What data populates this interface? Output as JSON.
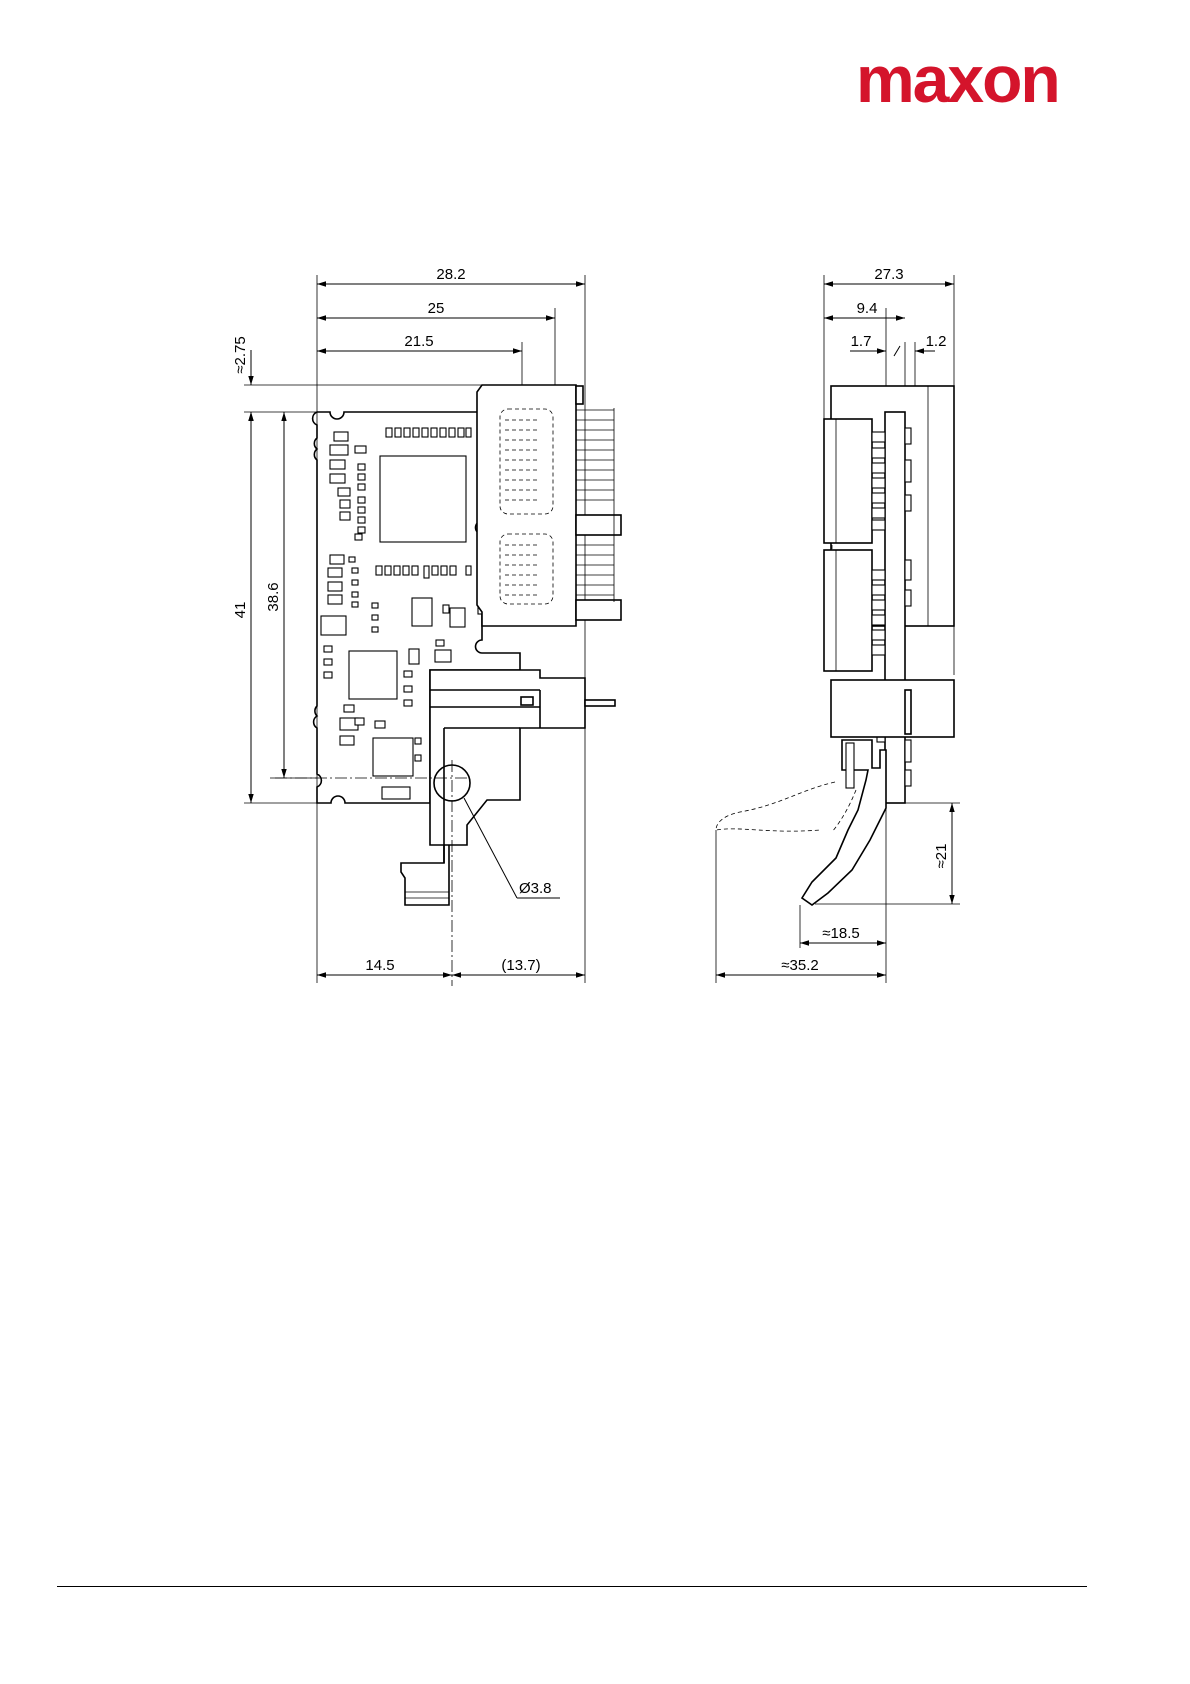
{
  "brand": {
    "logo_text": "maxon",
    "color": "#d4142b"
  },
  "front_view": {
    "dimensions": {
      "overall_width": "28.2",
      "board_width": "25",
      "connector_offset": "21.5",
      "top_offset": "≈2.75",
      "overall_height": "41",
      "board_height": "38.6",
      "hole_diameter": "Ø3.8",
      "left_to_cable": "14.5",
      "cable_to_right": "(13.7)"
    }
  },
  "side_view": {
    "dimensions": {
      "overall_depth": "27.3",
      "depth_to_board": "9.4",
      "board_thickness": "1.7",
      "rear_clearance": "1.2",
      "cable_drop": "≈21",
      "cable_bend": "≈18.5",
      "cable_reach": "≈35.2"
    }
  }
}
